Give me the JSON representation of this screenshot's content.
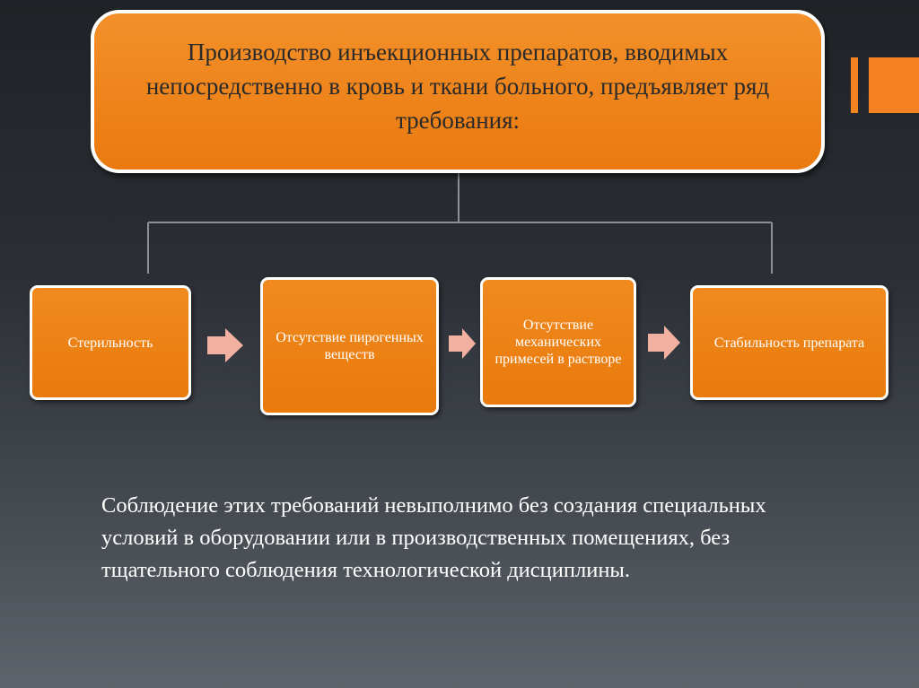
{
  "title": "Производство  инъекционных препаратов, вводимых непосредственно в кровь и ткани больного, предъявляет ряд требования:",
  "steps": [
    {
      "label": "Стерильность"
    },
    {
      "label": "Отсутствие пирогенных веществ"
    },
    {
      "label": "Отсутствие механических примесей в растворе"
    },
    {
      "label": "Стабильность препарата"
    }
  ],
  "body": "Соблюдение этих требований невыполнимо без создания специальных условий в оборудовании или в производственных помещениях, без тщательного соблюдения технологической дисциплины.",
  "colors": {
    "box_fill": "#ee820f",
    "box_border": "#ffffff",
    "accent": "#f58220",
    "arrow": "#f2b0a0",
    "connector": "#8a9098"
  }
}
